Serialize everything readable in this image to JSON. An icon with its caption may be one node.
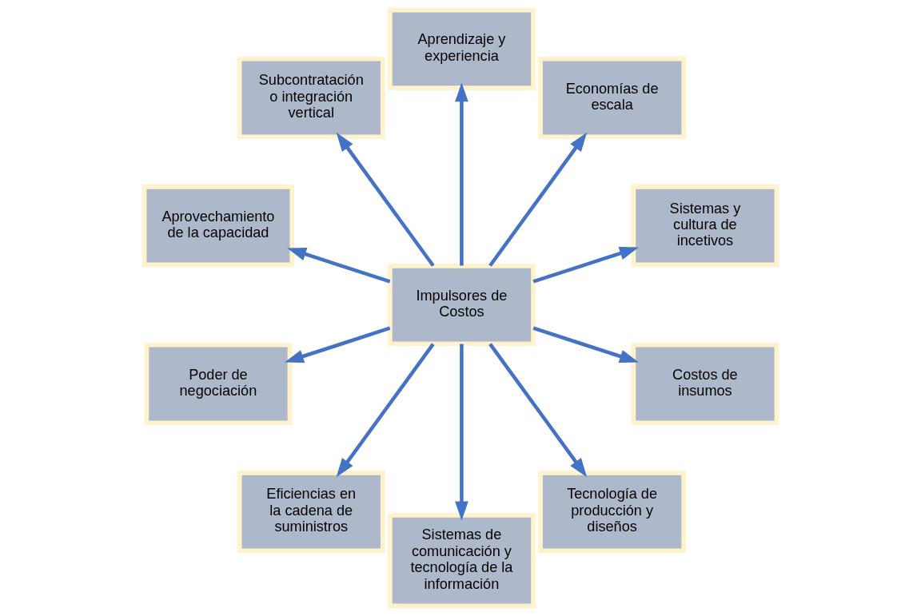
{
  "diagram": {
    "nodes": [
      {
        "text": [
          "Impulsores de Costos"
        ]
      },
      {
        "text": [
          "Sistemas y cultura de incetivos"
        ]
      },
      {
        "text": [
          "Economías de escala"
        ]
      },
      {
        "text": [
          "Aprendizaje y experiencia"
        ]
      },
      {
        "text": [
          "Subcontratación o integración vertical"
        ]
      },
      {
        "text": [
          "Aprovechamiento de la capacidad"
        ]
      },
      {
        "text": [
          "Poder de negociación"
        ]
      },
      {
        "text": [
          "Eficiencias en la cadena de suministros"
        ]
      },
      {
        "text": [
          "Sistemas de comunicación y tecnología de la información"
        ]
      },
      {
        "text": [
          "Tecnología de producción y diseños"
        ]
      },
      {
        "text": [
          "Costos de insumos"
        ]
      }
    ],
    "edges": [
      {
        "from": 0,
        "to": 1,
        "arrow": "to"
      },
      {
        "from": 0,
        "to": 2,
        "arrow": "to"
      },
      {
        "from": 0,
        "to": 3,
        "arrow": "to"
      },
      {
        "from": 0,
        "to": 5,
        "arrow": "to"
      },
      {
        "from": 0,
        "to": 7,
        "arrow": "to"
      },
      {
        "from": 0,
        "to": 10,
        "arrow": "to"
      },
      {
        "from": 0,
        "to": 9,
        "arrow": "to"
      },
      {
        "from": 0,
        "to": 8,
        "arrow": "to"
      },
      {
        "from": 0,
        "to": 6,
        "arrow": "to"
      },
      {
        "from": 0,
        "to": 4,
        "arrow": "to"
      }
    ]
  }
}
